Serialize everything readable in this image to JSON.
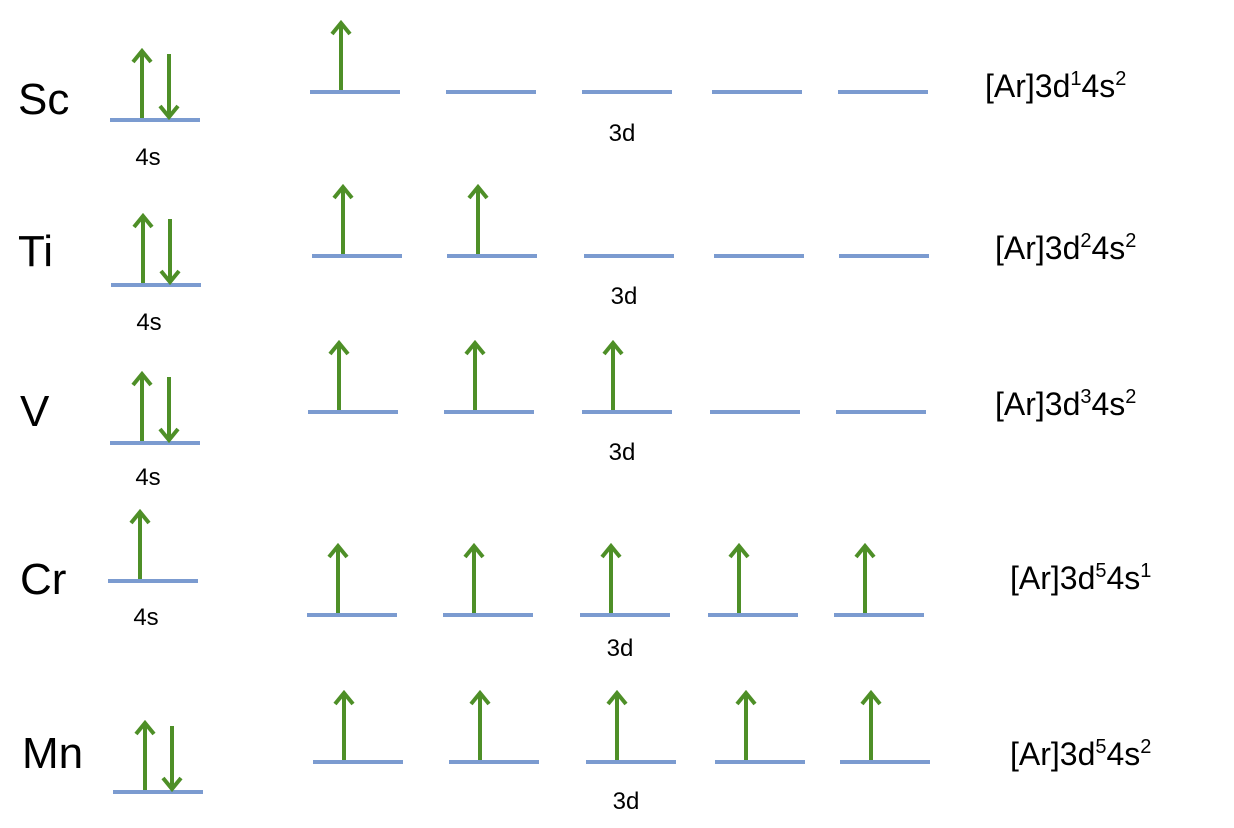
{
  "colors": {
    "orbital_line": "#7b9bd0",
    "electron_arrow": "#4e8f27"
  },
  "orbital_labels": {
    "s": "4s",
    "d": "3d"
  },
  "rows": [
    {
      "element": "Sc",
      "s_electrons": 2,
      "d_electrons": 1,
      "config": {
        "core": "[Ar]",
        "d": "3d",
        "d_count": "1",
        "s": "4s",
        "s_count": "2"
      }
    },
    {
      "element": "Ti",
      "s_electrons": 2,
      "d_electrons": 2,
      "config": {
        "core": "[Ar]",
        "d": "3d",
        "d_count": "2",
        "s": "4s",
        "s_count": "2"
      }
    },
    {
      "element": "V",
      "s_electrons": 2,
      "d_electrons": 3,
      "config": {
        "core": "[Ar]",
        "d": "3d",
        "d_count": "3",
        "s": "4s",
        "s_count": "2"
      }
    },
    {
      "element": "Cr",
      "s_electrons": 1,
      "d_electrons": 5,
      "config": {
        "core": "[Ar]",
        "d": "3d",
        "d_count": "5",
        "s": "4s",
        "s_count": "1"
      }
    },
    {
      "element": "Mn",
      "s_electrons": 2,
      "d_electrons": 5,
      "config": {
        "core": "[Ar]",
        "d": "3d",
        "d_count": "5",
        "s": "4s",
        "s_count": "2"
      }
    }
  ]
}
